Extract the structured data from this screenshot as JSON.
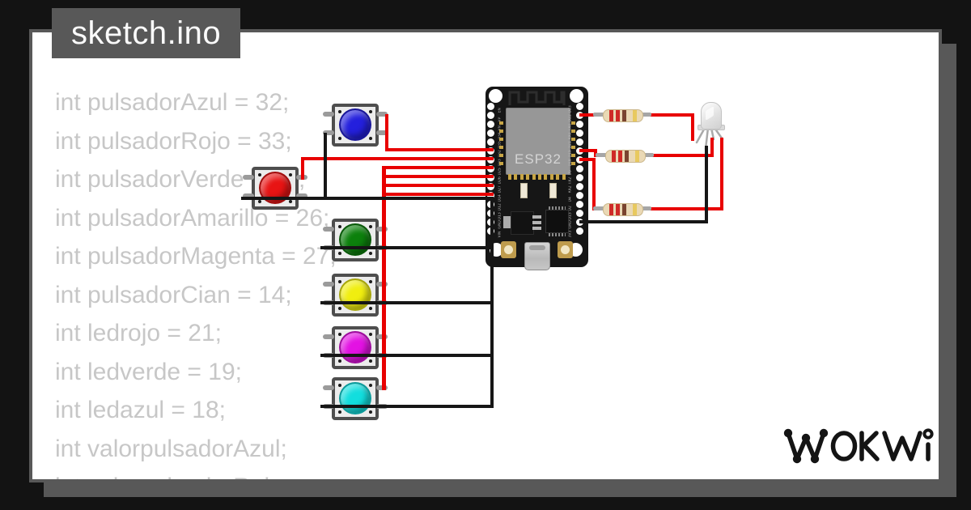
{
  "title": {
    "filename": "sketch.ino"
  },
  "code": {
    "lines": [
      "int pulsadorAzul = 32;",
      "int pulsadorRojo = 33;",
      "int pulsadorVerde = 25;",
      "int pulsadorAmarillo = 26;",
      "int pulsadorMagenta = 27;",
      "int pulsadorCian = 14;",
      "int ledrojo = 21;",
      "int ledverde = 19;",
      "int ledazul = 18;",
      "int valorpulsadorAzul;",
      "int valorpulsadorRojo;"
    ]
  },
  "logo": {
    "brand": "WOKWI"
  },
  "circuit": {
    "board": {
      "label": "ESP32",
      "left_pins": [
        "EN",
        "VP",
        "VN",
        "D34",
        "D35",
        "D32",
        "D33",
        "D25",
        "D26",
        "D27",
        "D14",
        "D12",
        "D13",
        "GND",
        "VIN"
      ],
      "right_pins": [
        "D23",
        "D22",
        "TX0",
        "RX0",
        "D21",
        "D19",
        "D18",
        "D5",
        "TX2",
        "RX2",
        "D4",
        "D2",
        "D15",
        "GND",
        "3V3"
      ]
    },
    "buttons": [
      {
        "name": "pushbutton-blue",
        "cap_color": "#2420dd"
      },
      {
        "name": "pushbutton-red",
        "cap_color": "#e81414"
      },
      {
        "name": "pushbutton-green",
        "cap_color": "#0c800c"
      },
      {
        "name": "pushbutton-yellow",
        "cap_color": "#f0ee10"
      },
      {
        "name": "pushbutton-magenta",
        "cap_color": "#e312e3"
      },
      {
        "name": "pushbutton-cyan",
        "cap_color": "#12dede"
      }
    ],
    "resistors": {
      "count": 3,
      "band_colors": [
        "#cf2a27",
        "#cf2a27",
        "#7a4430",
        "#e8c95f"
      ]
    },
    "led": {
      "type": "rgb-led",
      "body_color": "#ececec"
    },
    "wire_colors": {
      "signal": "#e80000",
      "ground": "#161616"
    }
  },
  "ui_colors": {
    "background": "#131313",
    "card": "#ffffff",
    "chrome_gray": "#585858",
    "code_text": "#c7c7c7",
    "logo_ink": "#141414"
  }
}
